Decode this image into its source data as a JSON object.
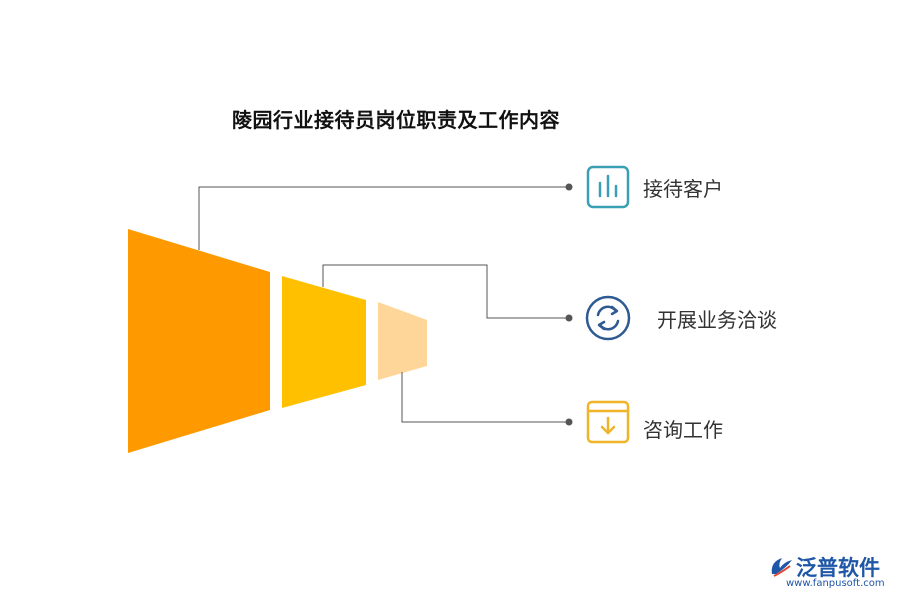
{
  "title": "陵园行业接待员岗位职责及工作内容",
  "items": [
    {
      "label": "接待客户",
      "icon": "bar-chart-icon",
      "color": "#3a9fb4"
    },
    {
      "label": "开展业务洽谈",
      "icon": "refresh-icon",
      "color": "#2f5a92"
    },
    {
      "label": "咨询工作",
      "icon": "download-box-icon",
      "color": "#f0b429"
    }
  ],
  "funnel_colors": [
    "#ff9900",
    "#ffc000",
    "#ffd699"
  ],
  "connector_color": "#555555",
  "brand": {
    "name": "泛普软件",
    "url": "www.fanpusoft.com",
    "color": "#1e56a8"
  }
}
